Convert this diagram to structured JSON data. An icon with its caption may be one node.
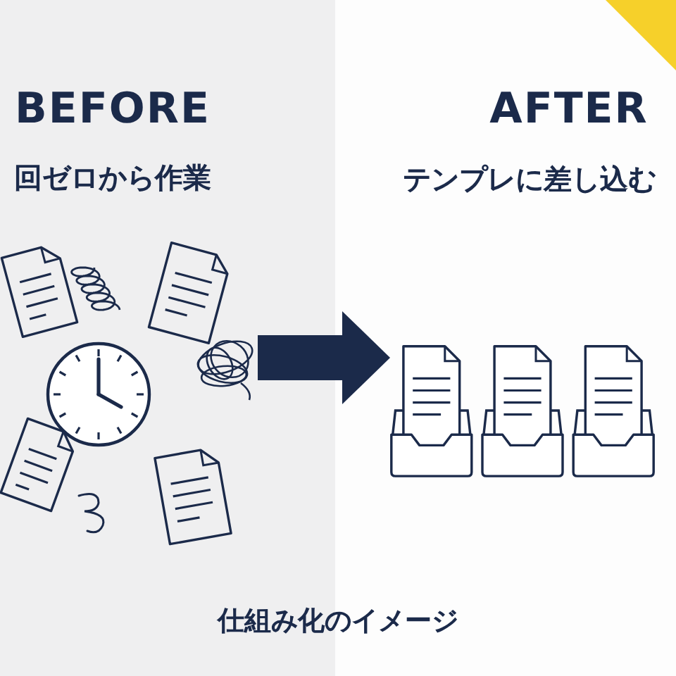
{
  "diagram": {
    "caption": "仕組み化のイメージ",
    "nodes": [
      {
        "text": [
          "BEFORE",
          "回ゼロから作業"
        ]
      },
      {
        "text": [],
        "shape": "picture",
        "in": 0
      },
      {
        "text": [
          "AFTER",
          "テンプレに差し込む"
        ]
      },
      {
        "text": [],
        "shape": "picture",
        "in": 2
      }
    ],
    "edges": [
      {
        "from": 1,
        "to": 3,
        "arrow": "to"
      }
    ]
  }
}
